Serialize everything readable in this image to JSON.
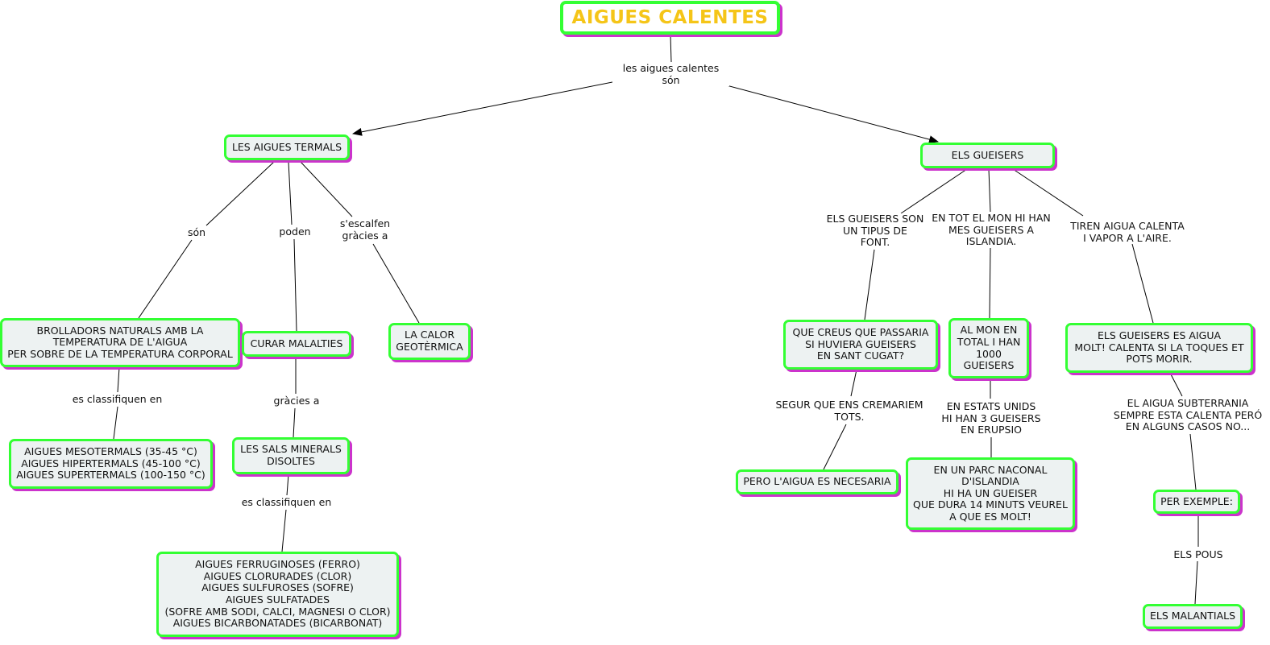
{
  "title": "AIGUES CALENTES",
  "root_link": "les aigues calentes són",
  "branches": {
    "termals": {
      "label": "LES AIGUES TERMALS",
      "link_son": "són",
      "link_poden": "poden",
      "link_escalfen": "s'escalfen\ngràcies a",
      "brolladors": "BROLLADORS NATURALS AMB LA\nTEMPERATURA DE L'AIGUA\nPER SOBRE DE LA TEMPERATURA CORPORAL",
      "link_classifiquen_1": "es classifiquen en",
      "mesotermals": "AIGUES MESOTERMALS (35-45 °C)\nAIGUES HIPERTERMALS (45-100 °C)\nAIGUES SUPERTERMALS (100-150 °C)",
      "curar": "CURAR MALALTIES",
      "link_gracies": "gràcies a",
      "sals": "LES SALS MINERALS\nDISOLTES",
      "link_classifiquen_2": "es classifiquen en",
      "ferruginoses": "AIGUES FERRUGINOSES (FERRO)\nAIGUES CLORURADES (CLOR)\nAIGUES SULFUROSES (SOFRE)\nAIGUES SULFATADES\n(SOFRE AMB SODI, CALCI, MAGNESI O CLOR)\nAIGUES BICARBONATADES (BICARBONAT)",
      "calor": "LA CALOR\nGEOTÈRMICA"
    },
    "gueisers": {
      "label": "ELS GUEISERS",
      "link_tipus": "ELS GUEISERS SON\nUN TIPUS DE\nFONT.",
      "link_mon": "EN TOT EL MON HI HAN\nMES GUEISERS A\nISLANDIA.",
      "link_tiren": "TIREN AIGUA CALENTA\nI VAPOR A L'AIRE.",
      "creus": "QUE CREUS QUE PASSARIA\nSI HUVIERA GUEISERS\nEN SANT CUGAT?",
      "link_segur": "SEGUR QUE ENS CREMARIEM\nTOTS.",
      "pero": "PERO L'AIGUA ES NECESARIA",
      "almon": "AL MON EN\nTOTAL I HAN\n1000\nGUEISERS",
      "link_estats": "EN ESTATS UNIDS\nHI HAN 3 GUEISERS\nEN ERUPSIO",
      "parc": "EN UN PARC NACONAL\nD'ISLANDIA\nHI  HA UN GUEISER\nQUE DURA 14 MINUTS VEUREL\nA QUE ES MOLT!",
      "calenta": "ELS GUEISERS ES AIGUA\nMOLT! CALENTA SI LA TOQUES ET\nPOTS MORIR.",
      "link_subterrania": "EL AIGUA SUBTERRANIA\nSEMPRE ESTA CALENTA PERÓ\nEN ALGUNS CASOS NO...",
      "exemple": "PER EXEMPLE:",
      "link_pous": "ELS POUS",
      "malantials": "ELS MALANTIALS"
    }
  },
  "colors": {
    "node_border": "#33ff33",
    "node_fill": "#edf2f2",
    "node_shadow": "#cc33cc",
    "title_text": "#f5c518",
    "line": "#000000"
  }
}
